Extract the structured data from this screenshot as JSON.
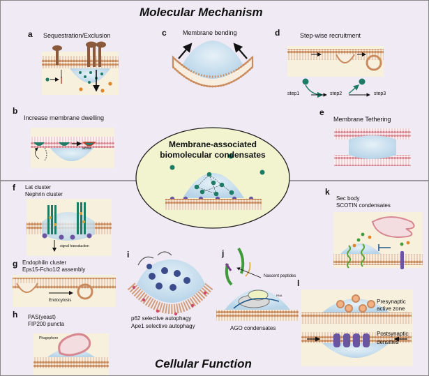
{
  "sections": {
    "top": "Molecular Mechanism",
    "bottom": "Cellular Function"
  },
  "center": {
    "line1": "Membrane-associated",
    "line2": "biomolecular condensates"
  },
  "panels": {
    "a": {
      "letter": "a",
      "title": "Sequestration/Exclusion"
    },
    "b": {
      "letter": "b",
      "title": "Increase membrane dwelling",
      "active": "active"
    },
    "c": {
      "letter": "c",
      "title": "Membrane bending"
    },
    "d": {
      "letter": "d",
      "title": "Step-wise recruitment",
      "step1": "step1",
      "step2": "step2",
      "step3": "step3"
    },
    "e": {
      "letter": "e",
      "title": "Membrane Tethering"
    },
    "f": {
      "letter": "f",
      "line1": "Lat cluster",
      "line2": "Nephrin cluster",
      "note": "signal transduction"
    },
    "g": {
      "letter": "g",
      "line1": "Endophilin cluster",
      "line2": "Eps15-Fcho1/2 assembly",
      "note": "Endocytosis"
    },
    "h": {
      "letter": "h",
      "line1": "PAS(yeast)",
      "line2": "FIP200 puncta",
      "note": "Phagophore"
    },
    "i": {
      "letter": "i",
      "line1": "p62 selective autophagy",
      "line2": "Ape1 selective autophagy"
    },
    "j": {
      "letter": "j",
      "title": "AGO condensates",
      "note": "Nascent peptides",
      "rna": "RNA"
    },
    "k": {
      "letter": "k",
      "line1": "Sec body",
      "line2": "SCOTIN condensates"
    },
    "l": {
      "letter": "l",
      "pre1": "Presynaptic",
      "pre2": "active zone",
      "post1": "Postsynaptic",
      "post2": "densities"
    }
  },
  "colors": {
    "topBg": "#efeaf4",
    "bottomBg": "#efeaf4",
    "panelBg": "#f7f0dc",
    "centerFill": "#f1f4cf",
    "condensate": "#cfe3ef",
    "teal": "#1e7c66",
    "brown": "#8b5a3c",
    "orange": "#e0842a",
    "pink": "#d78791",
    "green": "#3f9a3a",
    "purple": "#6a55a0"
  }
}
